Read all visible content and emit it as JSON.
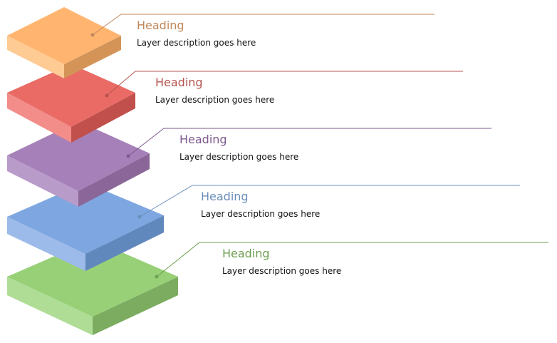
{
  "layers": [
    {
      "heading": "Heading",
      "description": "Layer description goes here",
      "colors": {
        "top": "#FFB570",
        "left": "#FFCB95",
        "right": "#D49458",
        "text": "#C0875A",
        "line": "#C0875A"
      }
    },
    {
      "heading": "Heading",
      "description": "Layer description goes here",
      "colors": {
        "top": "#EA6B66",
        "left": "#F28D89",
        "right": "#C1504C",
        "text": "#B85450",
        "line": "#B85450"
      }
    },
    {
      "heading": "Heading",
      "description": "Layer description goes here",
      "colors": {
        "top": "#A680B8",
        "left": "#B99BCA",
        "right": "#8A6798",
        "text": "#7E5A8E",
        "line": "#7E5A8E"
      }
    },
    {
      "heading": "Heading",
      "description": "Layer description goes here",
      "colors": {
        "top": "#7EA6E0",
        "left": "#9DBBEA",
        "right": "#6188BD",
        "text": "#6B8FBC",
        "line": "#6B8FBC"
      }
    },
    {
      "heading": "Heading",
      "description": "Layer description goes here",
      "colors": {
        "top": "#97D077",
        "left": "#B0DD96",
        "right": "#7CAC60",
        "text": "#6E9F52",
        "line": "#6E9F52"
      }
    }
  ]
}
